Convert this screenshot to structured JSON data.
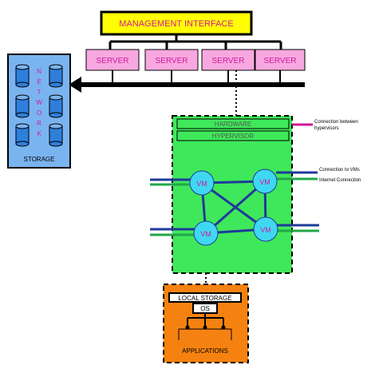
{
  "management": {
    "label": "MANAGEMENT INTERFACE"
  },
  "servers": [
    {
      "label": "SERVER"
    },
    {
      "label": "SERVER"
    },
    {
      "label": "SERVER"
    },
    {
      "label": "SERVER"
    }
  ],
  "storage": {
    "label": "STORAGE",
    "network_letters": [
      "N",
      "E",
      "T",
      "W",
      "O",
      "R",
      "K"
    ]
  },
  "host": {
    "hardware_label": "HARDWARE",
    "hypervisor_label": "HYPERVISOR",
    "vms": [
      {
        "label": "VM"
      },
      {
        "label": "VM"
      },
      {
        "label": "VM"
      },
      {
        "label": "VM"
      }
    ]
  },
  "legend": {
    "hypervisor_connection": "Connection between hypervisors",
    "vm_connection": "Connection to VMs",
    "internet_connection": "Internet Connection"
  },
  "local": {
    "local_storage_label": "LOCAL STORAGE",
    "os_label": "OS",
    "applications_label": "APPLICATIONS"
  },
  "colors": {
    "management_fill": "#ffff00",
    "server_fill": "#f7a8e0",
    "storage_fill": "#7ab4f0",
    "host_fill": "#3fe85a",
    "vm_fill": "#3fd8f2",
    "vm_link": "#1f3a9a",
    "internet_link": "#22a64a",
    "local_fill": "#f58210",
    "label_pink": "#d01a9a"
  }
}
